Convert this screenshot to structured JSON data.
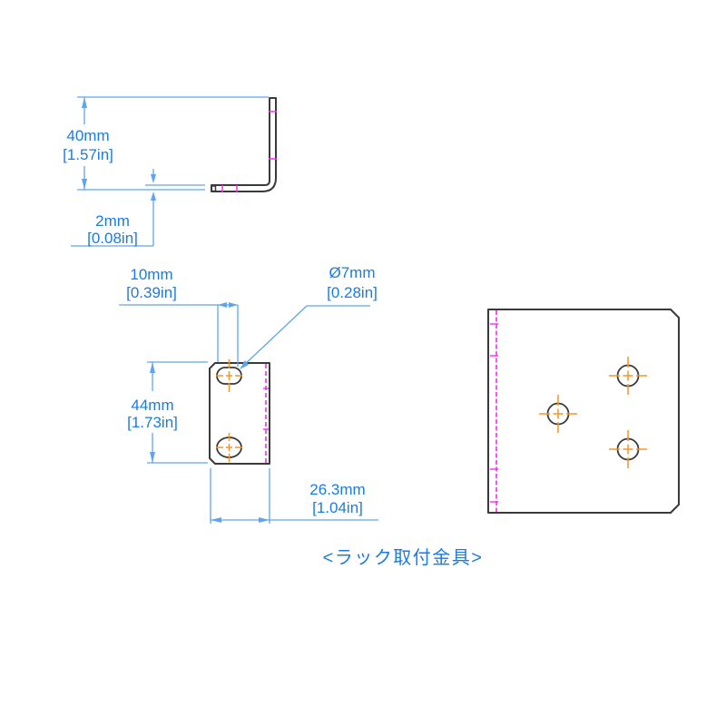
{
  "caption": "<ラック取付金具>",
  "colors": {
    "dimension_text": "#1b7be6",
    "dimension_line": "#5fa4f0",
    "part_outline": "#3a3a3a",
    "hole_centerline": "#f79428",
    "bend_line": "#f42cf4"
  },
  "dimensions": {
    "side_height": {
      "mm": "40mm",
      "inch": "[1.57in]"
    },
    "thickness": {
      "mm": "2mm",
      "inch": "[0.08in]"
    },
    "hole_offset": {
      "mm": "10mm",
      "inch": "[0.39in]"
    },
    "hole_diameter": {
      "mm": "Ø7mm",
      "inch": "[0.28in]"
    },
    "front_height": {
      "mm": "44mm",
      "inch": "[1.73in]"
    },
    "front_width": {
      "mm": "26.3mm",
      "inch": "[1.04in]"
    }
  }
}
